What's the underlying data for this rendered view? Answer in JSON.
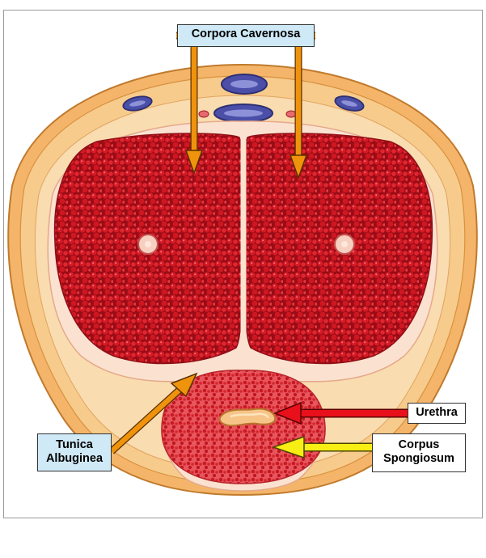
{
  "labels": {
    "corpora_cavernosa": "Corpora Cavernosa",
    "tunica_albuginea_line1": "Tunica",
    "tunica_albuginea_line2": "Albuginea",
    "urethra": "Urethra",
    "corpus_spongiosum_line1": "Corpus",
    "corpus_spongiosum_line2": "Spongiosum"
  },
  "colors": {
    "cavernosa_tissue": "#c8131f",
    "spongiosum_tissue": "#e8323c",
    "tunica": "#fbe2d0",
    "outer_skin": "#f4b56a",
    "vein": "#4b4fa8",
    "arrow_orange": "#f0930c",
    "arrow_red": "#e8101a",
    "arrow_yellow": "#f7ee14",
    "label_blue_bg": "#cfe9f7"
  }
}
